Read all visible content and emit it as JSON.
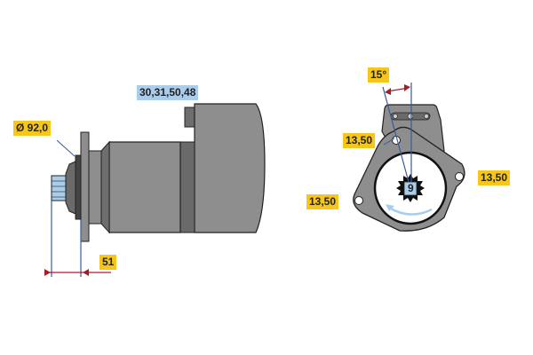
{
  "colors": {
    "label_yellow": "#f7c61a",
    "label_blue": "#a9cdea",
    "body_gray": "#8e8e8e",
    "dark_gray": "#6a6a6a",
    "dim_line_blue": "#3a5a9a",
    "arrow_red": "#a0202a"
  },
  "side_view": {
    "terminal_label": "30,31,50,48",
    "diameter_label": "Ø 92,0",
    "length_label": "51"
  },
  "front_view": {
    "angle_label": "15°",
    "hole_label_top": "13,50",
    "hole_label_right": "13,50",
    "hole_label_left": "13,50",
    "teeth_count": "9"
  }
}
